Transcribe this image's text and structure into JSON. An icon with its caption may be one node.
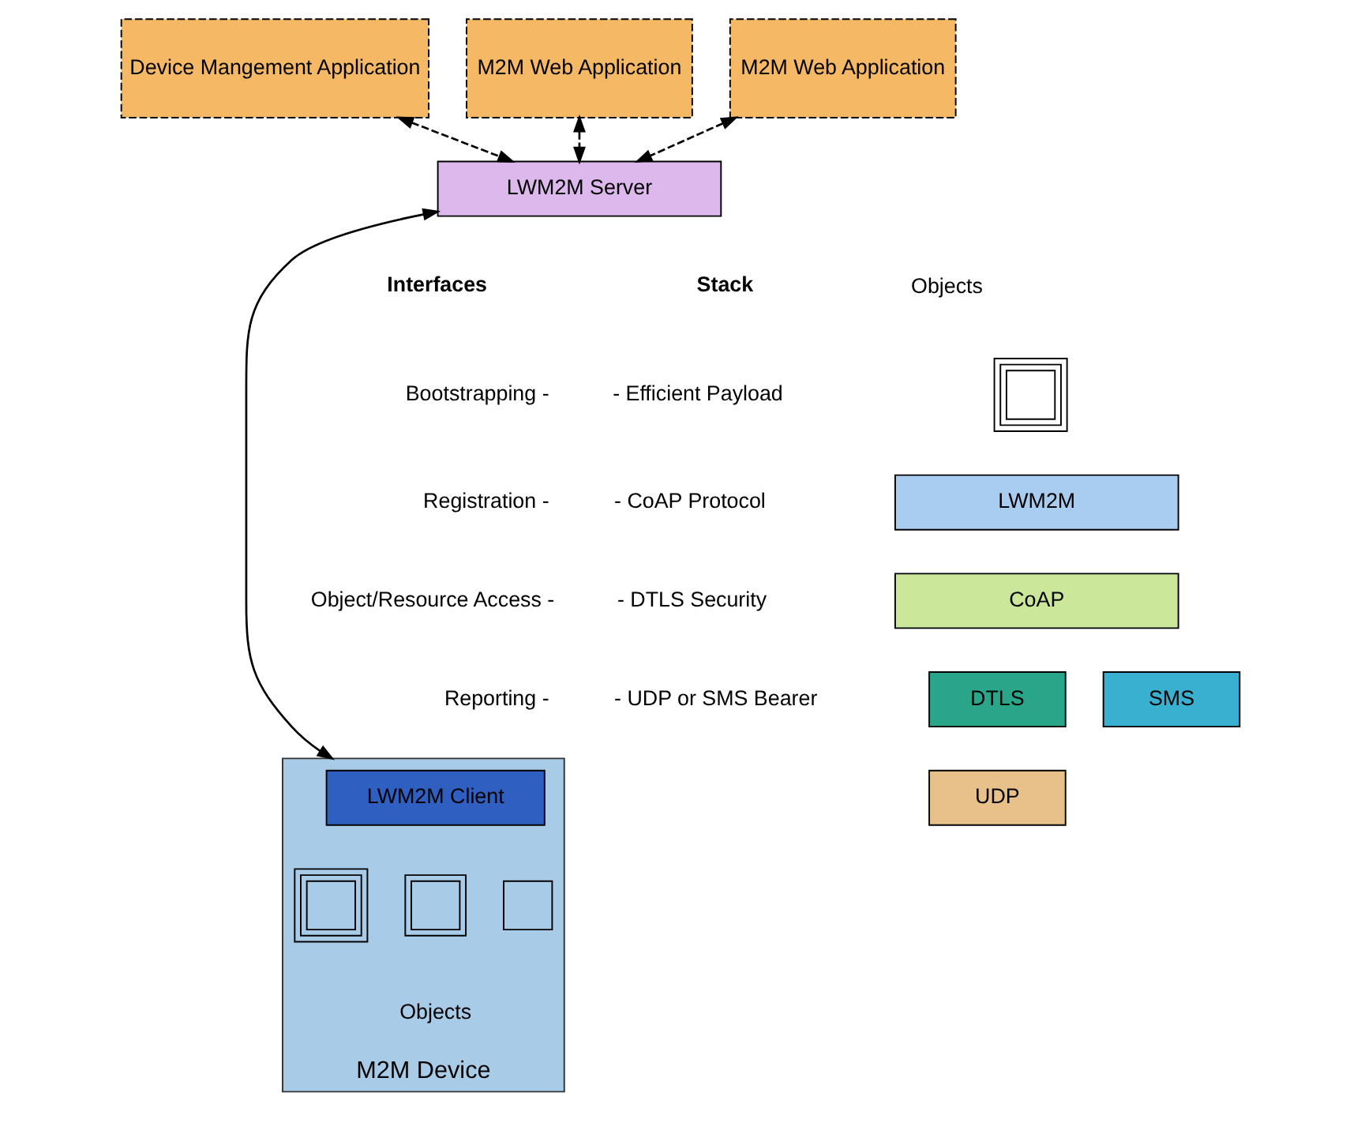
{
  "diagram": {
    "nodes": [
      {
        "text": [
          "Device Mangement Application"
        ]
      },
      {
        "text": [
          "M2M Web Application"
        ]
      },
      {
        "text": [
          "M2M Web Application"
        ]
      },
      {
        "text": [
          "LWM2M Server"
        ]
      },
      {
        "text": [
          "M2M Device"
        ]
      },
      {
        "text": [
          "LWM2M Client"
        ],
        "in": 4
      },
      {
        "text": [],
        "shape": "box",
        "in": 4
      },
      {
        "text": [],
        "shape": "box",
        "in": 4
      },
      {
        "text": [],
        "shape": "box",
        "in": 4
      },
      {
        "text": [],
        "shape": "box"
      },
      {
        "text": [
          "LWM2M"
        ]
      },
      {
        "text": [
          "CoAP"
        ]
      },
      {
        "text": [
          "DTLS"
        ]
      },
      {
        "text": [
          "SMS"
        ]
      },
      {
        "text": [
          "UDP"
        ]
      }
    ],
    "edges": [
      {
        "from": 3,
        "to": 0,
        "arrow": "both",
        "style": "dashed"
      },
      {
        "from": 3,
        "to": 1,
        "arrow": "both",
        "style": "dashed"
      },
      {
        "from": 3,
        "to": 2,
        "arrow": "both",
        "style": "dashed"
      },
      {
        "from": 3,
        "to": 4,
        "arrow": "both"
      }
    ],
    "labels": [
      "Interfaces",
      "Bootstrapping -",
      "Registration -",
      "Object/Resource Access -",
      "Reporting -",
      "Stack",
      "- Efficient Payload",
      "- CoAP Protocol",
      "- DTLS Security",
      "- UDP or SMS Bearer",
      "Objects",
      "Objects"
    ]
  }
}
